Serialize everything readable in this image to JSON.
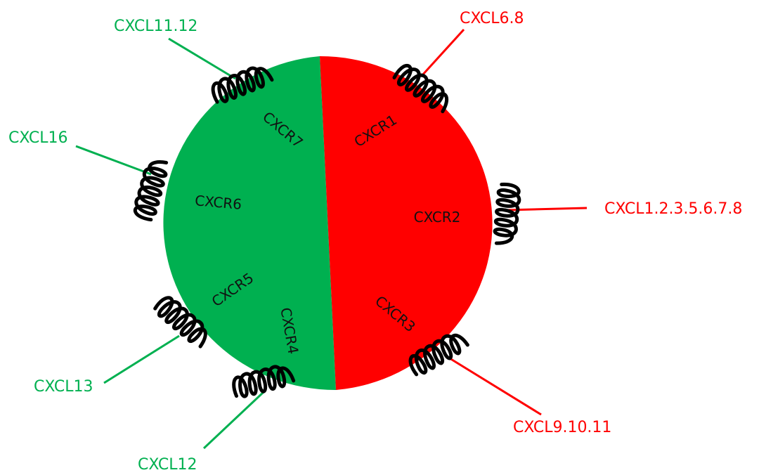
{
  "colors": {
    "green": "#00b050",
    "red": "#ff0000"
  },
  "receptors": {
    "cxcr1": "CXCR1",
    "cxcr2": "CXCR2",
    "cxcr3": "CXCR3",
    "cxcr4": "CXCR4",
    "cxcr5": "CXCR5",
    "cxcr6": "CXCR6",
    "cxcr7": "CXCR7"
  },
  "ligands": {
    "cxcl11_12": "CXCL11.12",
    "cxcl6_8": "CXCL6.8",
    "cxcl16": "CXCL16",
    "cxcl1_8": "CXCL1.2.3.5.6.7.8",
    "cxcl13": "CXCL13",
    "cxcl12": "CXCL12",
    "cxcl9_11": "CXCL9.10.11"
  }
}
